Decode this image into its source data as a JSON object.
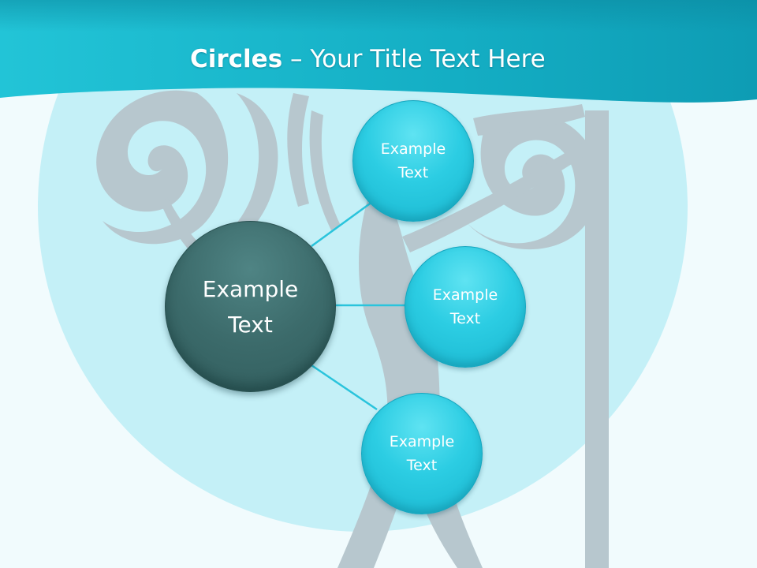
{
  "title": {
    "bold": "Circles",
    "rest": " – Your Title Text Here"
  },
  "center_circle": {
    "line1": "Example",
    "line2": "Text"
  },
  "satellites": [
    {
      "line1": "Example",
      "line2": "Text"
    },
    {
      "line1": "Example",
      "line2": "Text"
    },
    {
      "line1": "Example",
      "line2": "Text"
    }
  ],
  "colors": {
    "header_teal": "#17b5c9",
    "moon": "#c4f0f7",
    "silhouette": "#b7c7ce",
    "satellite_fill": "#2ccde3",
    "center_fill": "#3c6b6b",
    "connector": "#2ac4dc"
  }
}
